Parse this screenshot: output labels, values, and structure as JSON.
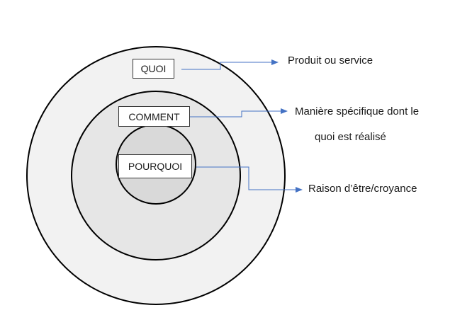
{
  "diagram": {
    "rings": [
      {
        "label": "QUOI",
        "fill": "#f2f2f2"
      },
      {
        "label": "COMMENT",
        "fill": "#e6e6e6"
      },
      {
        "label": "POURQUOI",
        "fill": "#d9d9d9"
      }
    ],
    "captions": [
      {
        "text": "Produit ou service"
      },
      {
        "text_line1": "Manière spécifique dont le",
        "text_line2": "quoi est réalisé"
      },
      {
        "text": "Raison d’être/croyance"
      }
    ],
    "colors": {
      "stroke": "#000000",
      "connector": "#4472c4",
      "outer_fill": "#f2f2f2",
      "middle_fill": "#e6e6e6",
      "inner_fill": "#d9d9d9"
    }
  }
}
